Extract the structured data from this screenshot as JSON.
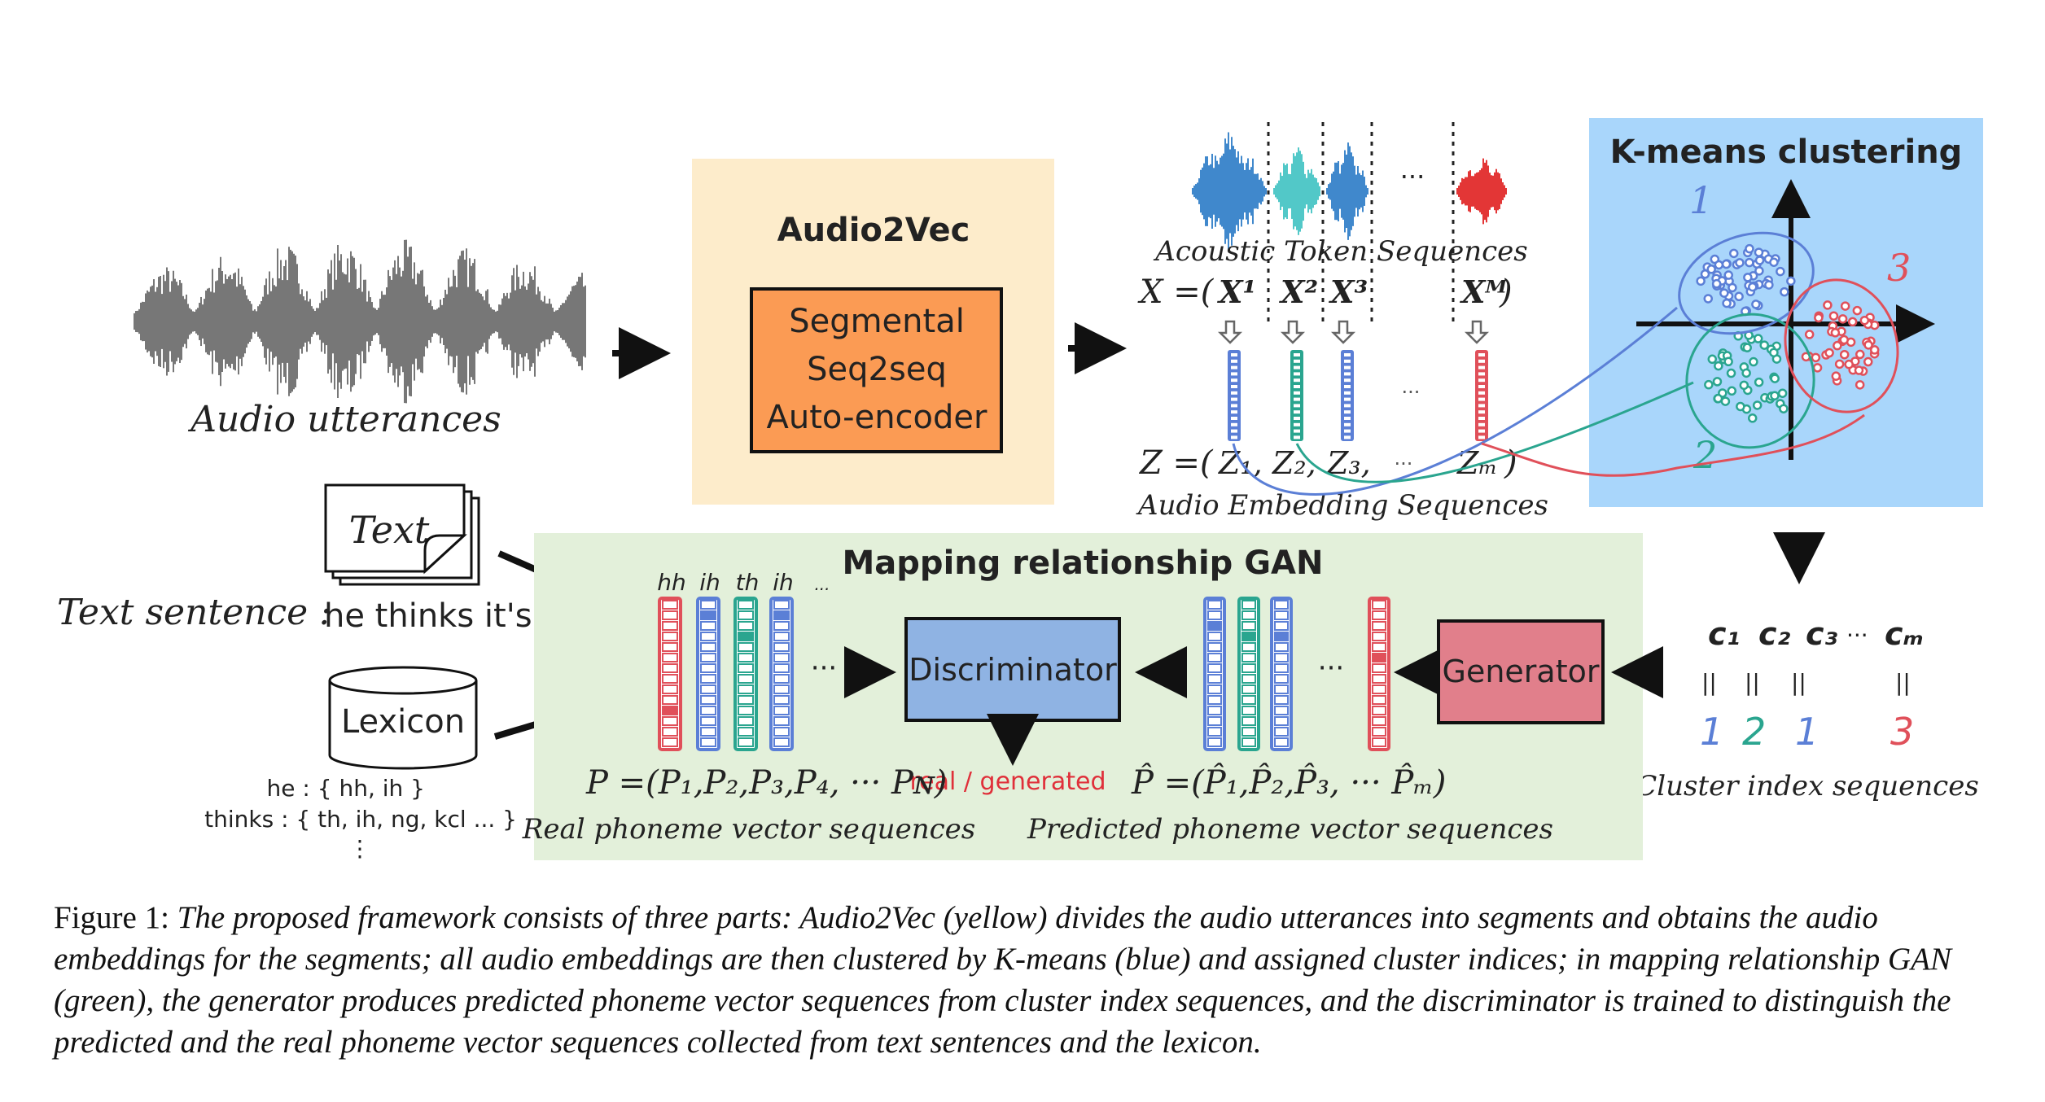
{
  "audio": {
    "label": "Audio utterances"
  },
  "audio2vec": {
    "title": "Audio2Vec",
    "box_line1": "Segmental",
    "box_line2": "Seq2seq",
    "box_line3": "Auto-encoder",
    "panel_color": "#fdeccb",
    "box_color": "#fb9b54"
  },
  "tokens": {
    "label": "Acoustic Token Sequences",
    "x_eq": "X =(",
    "x1": "X¹",
    "x2": "X²",
    "x3": "X³",
    "xm": "Xᴹ",
    "close_paren": ")",
    "dots": "···",
    "z_eq": "Z =(",
    "z1": "Z₁,",
    "z2": "Z₂,",
    "z3": "Z₃,",
    "zm": "Zₘ",
    "emb_label": "Audio Embedding Sequences"
  },
  "kmeans": {
    "title": "K-means  clustering",
    "c1": "1",
    "c2": "2",
    "c3": "3",
    "panel_color": "#a9d6fb"
  },
  "clusters": {
    "c_labels": [
      "c₁",
      "c₂",
      "c₃",
      "···",
      "cₘ"
    ],
    "equals": [
      "||",
      "||",
      "||",
      "||"
    ],
    "values": [
      "1",
      "2",
      "1",
      "3"
    ],
    "label": "Cluster index sequences"
  },
  "text_input": {
    "doc_label": "Text",
    "sentence_label": "Text sentence :",
    "sentence": "he thinks it's ...",
    "lexicon_label": "Lexicon",
    "lex_line1": "he : { hh, ih }",
    "lex_line2": "thinks : { th, ih, ng, kcl ... }",
    "lex_line3": "⋮"
  },
  "gan": {
    "title": "Mapping relationship GAN",
    "panel_color": "#e3f0da",
    "phonemes": [
      "hh",
      "ih",
      "th",
      "ih",
      "..."
    ],
    "discriminator": "Discriminator",
    "generator": "Generator",
    "real_generated": "real / generated",
    "p_eq": "P =(P₁,P₂,P₃,P₄, ··· Pɴ)",
    "p_label": "Real phoneme vector sequences",
    "phat_eq": "P̂ =(P̂₁,P̂₂,P̂₃, ··· P̂ₘ)",
    "phat_label": "Predicted phoneme vector sequences",
    "dots": "···"
  },
  "caption": {
    "label": "Figure 1:",
    "text": "The proposed framework consists of three parts: Audio2Vec (yellow) divides the audio utterances into segments and obtains the audio embeddings for the segments; all audio embeddings are then clustered by K-means (blue) and assigned cluster indices; in mapping relationship GAN (green), the generator produces predicted phoneme vector sequences from cluster index sequences, and the discriminator is trained to distinguish the predicted and the real phoneme vector sequences collected from text sentences and the lexicon."
  },
  "colors": {
    "blue": "#5b7fd6",
    "teal": "#2aa58f",
    "red": "#e0505a",
    "discriminator_fill": "#8fb3e3",
    "generator_fill": "#e17f8b"
  }
}
